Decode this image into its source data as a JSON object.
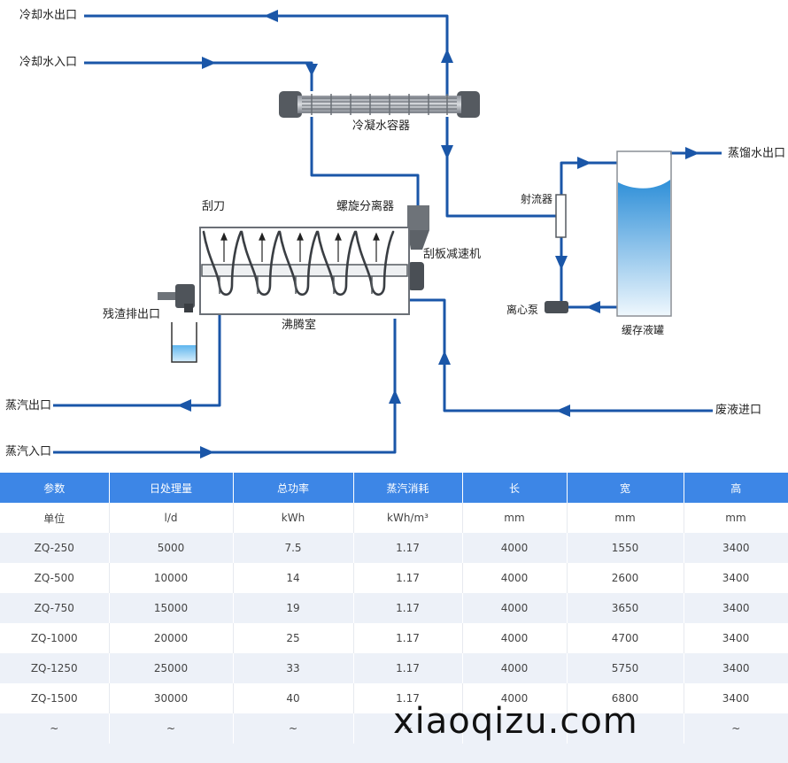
{
  "diagram": {
    "labels": {
      "cooling_water_out": "冷却水出口",
      "cooling_water_in": "冷却水入口",
      "condenser": "冷凝水容器",
      "scraper": "刮刀",
      "spiral_separator": "螺旋分离器",
      "scraper_reducer": "刮板减速机",
      "residue_outlet": "残渣排出口",
      "boiling_chamber": "沸腾室",
      "steam_out": "蒸汽出口",
      "steam_in": "蒸汽入口",
      "ejector": "射流器",
      "centrifugal_pump": "离心泵",
      "buffer_tank": "缓存液罐",
      "distilled_water_out": "蒸馏水出口",
      "waste_liquid_in": "废液进口"
    },
    "colors": {
      "pipe": "#1a56a8",
      "equipment": "#555a60",
      "tank_liquid": "#2e8fd8"
    }
  },
  "table": {
    "headers": [
      "参数",
      "日处理量",
      "总功率",
      "蒸汽消耗",
      "长",
      "宽",
      "高"
    ],
    "rows": [
      [
        "单位",
        "l/d",
        "kWh",
        "kWh/m³",
        "mm",
        "mm",
        "mm"
      ],
      [
        "ZQ-250",
        "5000",
        "7.5",
        "1.17",
        "4000",
        "1550",
        "3400"
      ],
      [
        "ZQ-500",
        "10000",
        "14",
        "1.17",
        "4000",
        "2600",
        "3400"
      ],
      [
        "ZQ-750",
        "15000",
        "19",
        "1.17",
        "4000",
        "3650",
        "3400"
      ],
      [
        "ZQ-1000",
        "20000",
        "25",
        "1.17",
        "4000",
        "4700",
        "3400"
      ],
      [
        "ZQ-1250",
        "25000",
        "33",
        "1.17",
        "4000",
        "5750",
        "3400"
      ],
      [
        "ZQ-1500",
        "30000",
        "40",
        "1.17",
        "4000",
        "6800",
        "3400"
      ],
      [
        "~",
        "~",
        "~",
        "~",
        "",
        "",
        "~"
      ]
    ]
  },
  "watermark": "xiaoqizu.com"
}
